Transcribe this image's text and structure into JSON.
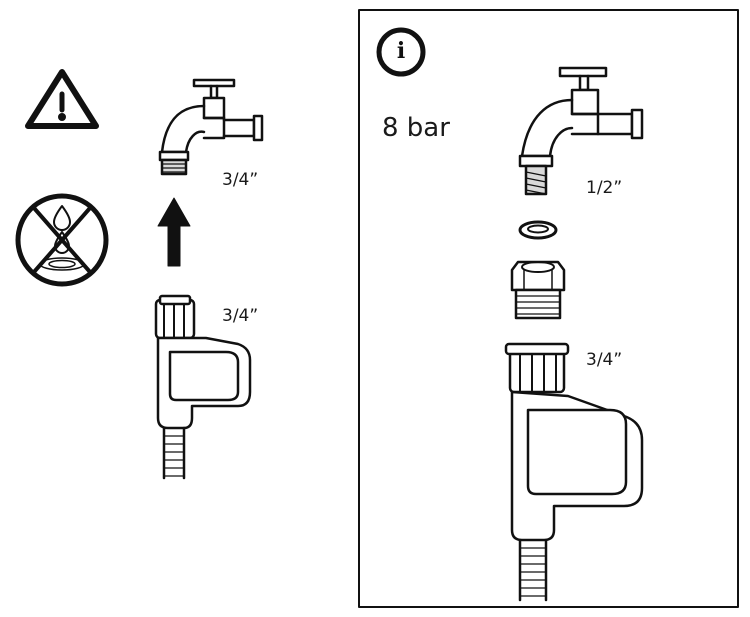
{
  "left": {
    "tap_thread_label": "3/4”",
    "hose_thread_label": "3/4”"
  },
  "right": {
    "info_icon_glyph": "i",
    "pressure_label": "8 bar",
    "tap_thread_label": "1/2”",
    "hose_thread_label": "3/4”"
  },
  "icons": {
    "warning": "warning-triangle-icon",
    "no_water": "no-dripping-water-icon",
    "info": "info-circle-icon",
    "arrow": "arrow-up-icon"
  },
  "colors": {
    "line": "#111111",
    "fill": "#ffffff",
    "shade": "#d9d9d9"
  }
}
